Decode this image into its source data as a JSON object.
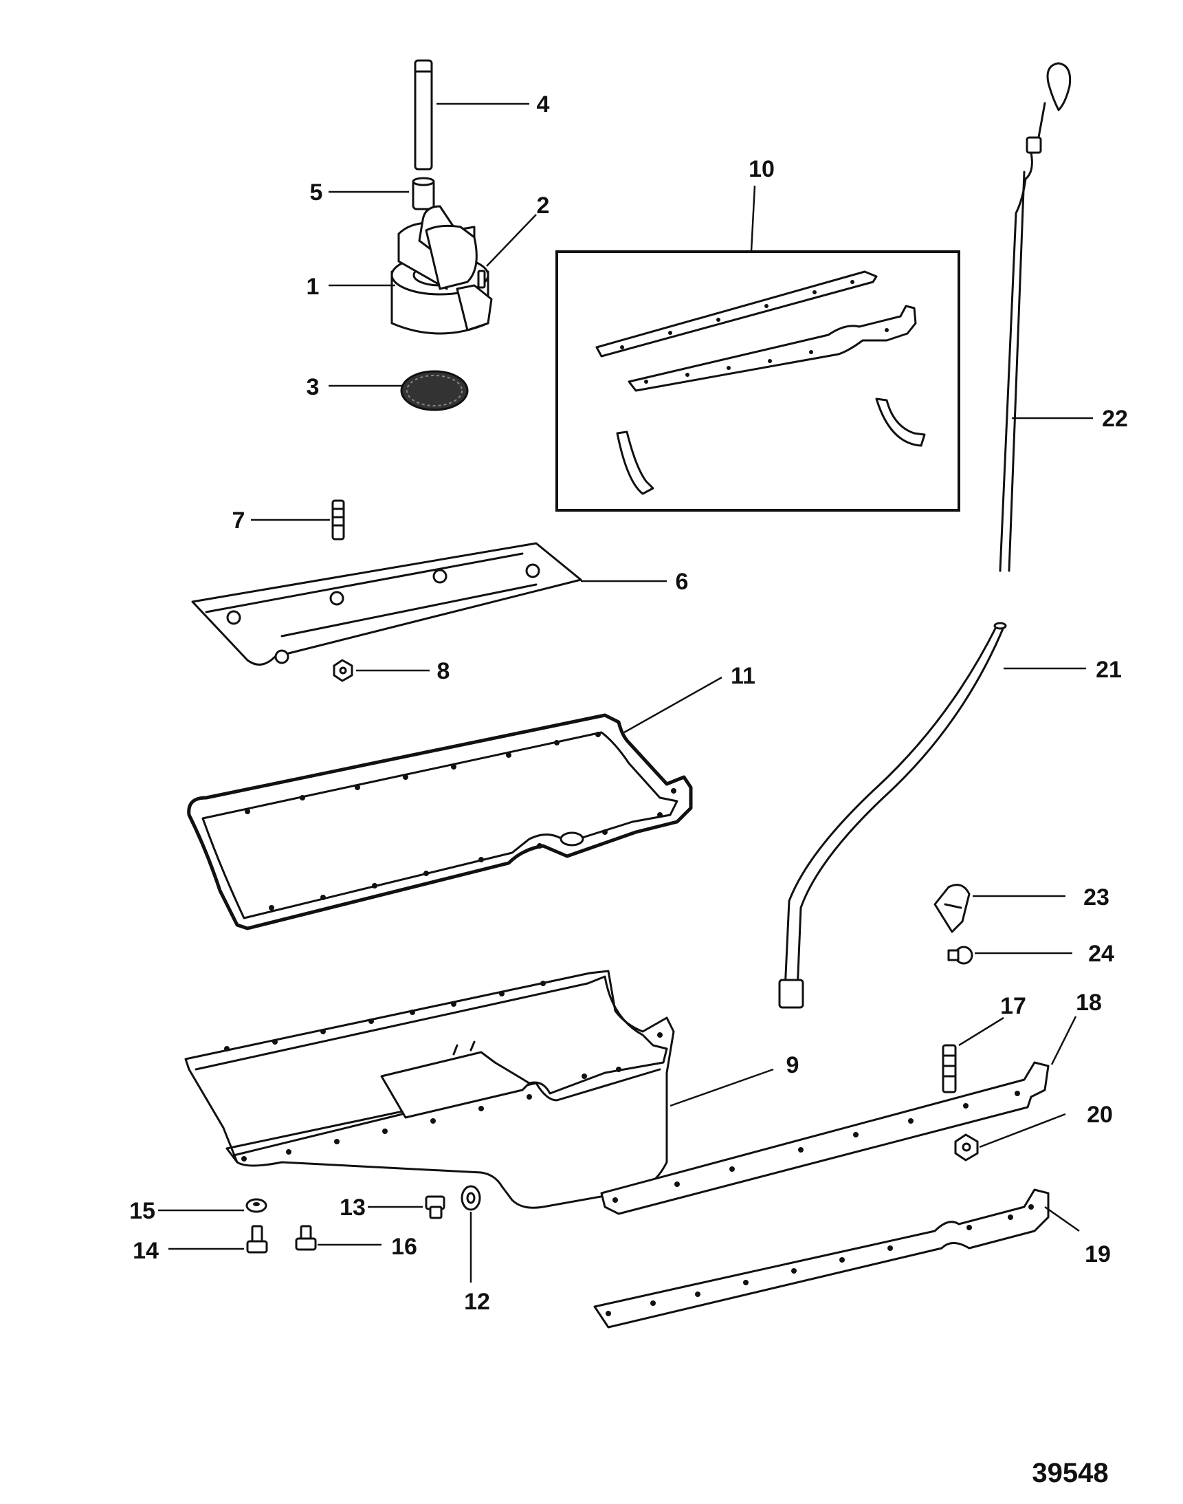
{
  "diagram": {
    "figure_number": "39548",
    "callouts": [
      "1",
      "2",
      "3",
      "4",
      "5",
      "6",
      "7",
      "8",
      "9",
      "10",
      "11",
      "12",
      "13",
      "14",
      "15",
      "16",
      "17",
      "18",
      "19",
      "20",
      "21",
      "22",
      "23",
      "24"
    ]
  }
}
